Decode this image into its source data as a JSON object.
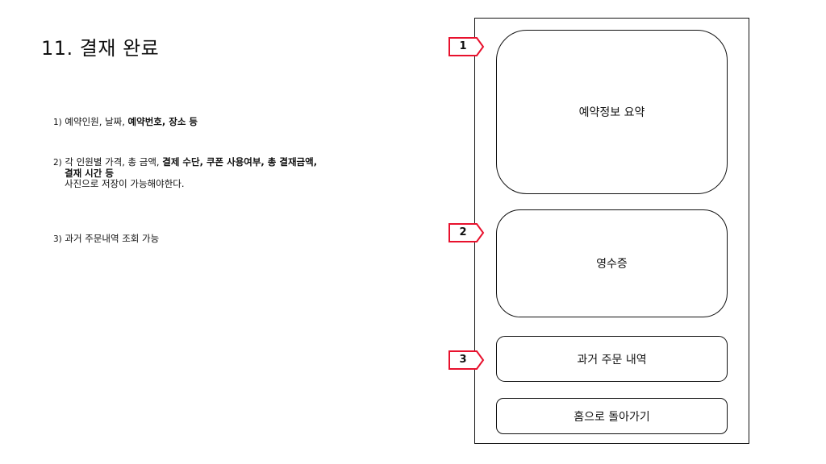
{
  "page": {
    "title": "11. 결재 완료"
  },
  "descriptions": [
    {
      "num": "1)",
      "plain": " 예약인원, 날짜, ",
      "bold": "예약번호, 장소 등"
    },
    {
      "num": "2)",
      "plain": " 각 인원별 가격, 총 금액, ",
      "bold": "결제 수단, 쿠폰 사용여부, 총 결재금액,",
      "bold2": "결재 시간 등",
      "extra": "사진으로 저장이 가능해야한다."
    },
    {
      "num": "3)",
      "plain": " 과거 주문내역 조회 가능"
    }
  ],
  "screen": {
    "summary_label": "예약정보 요약",
    "receipt_label": "영수증",
    "history_label": "과거 주문 내역",
    "home_label": "홈으로 돌아가기"
  },
  "markers": [
    "1",
    "2",
    "3"
  ],
  "colors": {
    "marker_border": "#e8112d",
    "line": "#111111"
  }
}
